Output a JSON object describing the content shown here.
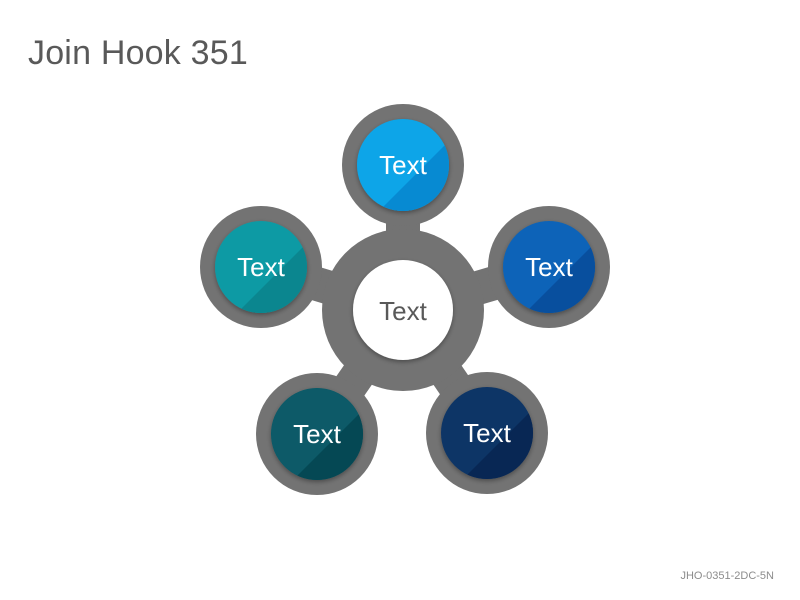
{
  "slide": {
    "title": "Join Hook 351",
    "code": "JHO-0351-2DC-5N"
  },
  "diagram": {
    "hub": {
      "label": "Text"
    },
    "nodes": [
      {
        "label": "Text",
        "color": "#0aa5e8",
        "shade": "#078ad2"
      },
      {
        "label": "Text",
        "color": "#0a63b8",
        "shade": "#084f9e"
      },
      {
        "label": "Text",
        "color": "#0b3466",
        "shade": "#082754"
      },
      {
        "label": "Text",
        "color": "#075a68",
        "shade": "#054854"
      },
      {
        "label": "Text",
        "color": "#119aa4",
        "shade": "#0b868f"
      }
    ],
    "colors": {
      "ring": "#737373",
      "ring_dark": "#5e5e5e",
      "hub_fill": "#ffffff"
    }
  }
}
